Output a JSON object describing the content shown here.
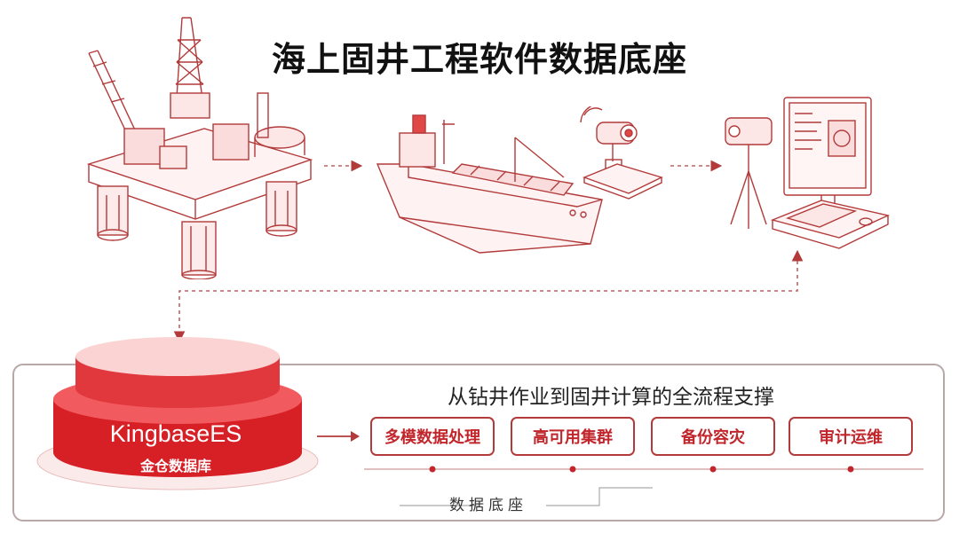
{
  "title": "海上固井工程软件数据底座",
  "icons": [
    "offshore-rig-icon",
    "cementing-vessel-icon",
    "sensor-camera-icon",
    "monitoring-workstation-icon"
  ],
  "database": {
    "name": "KingbaseES",
    "subname": "金仓数据库"
  },
  "subtitle": "从钻井作业到固井计算的全流程支撑",
  "features": [
    "多模数据处理",
    "高可用集群",
    "备份容灾",
    "审计运维"
  ],
  "base_label": "数据底座",
  "colors": {
    "accent": "#c0262b",
    "line": "#b33a3a",
    "light_red": "#f7c9c9"
  }
}
